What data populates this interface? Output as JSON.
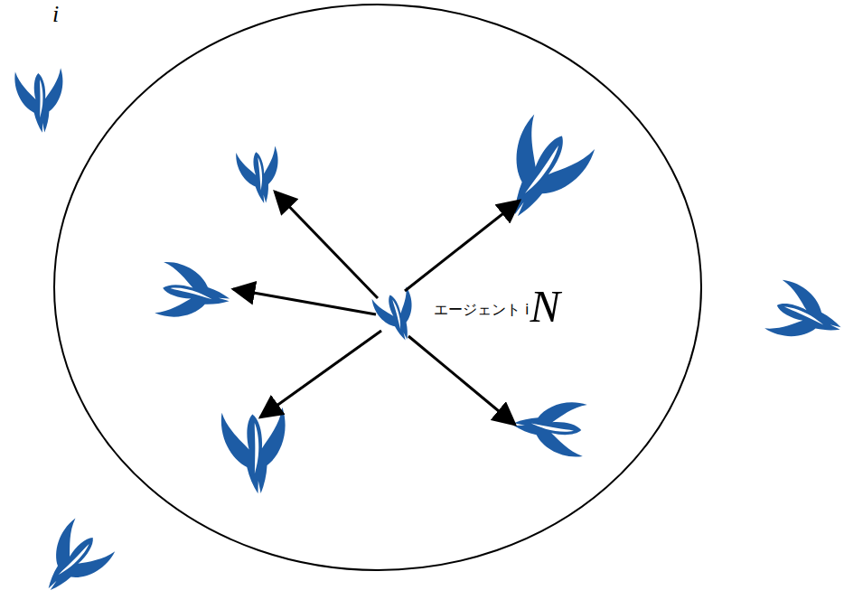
{
  "diagram": {
    "nodes": [
      {
        "text": [
          "N",
          "i"
        ]
      },
      {
        "text": [
          "エージェント i"
        ],
        "in": 0
      }
    ]
  }
}
